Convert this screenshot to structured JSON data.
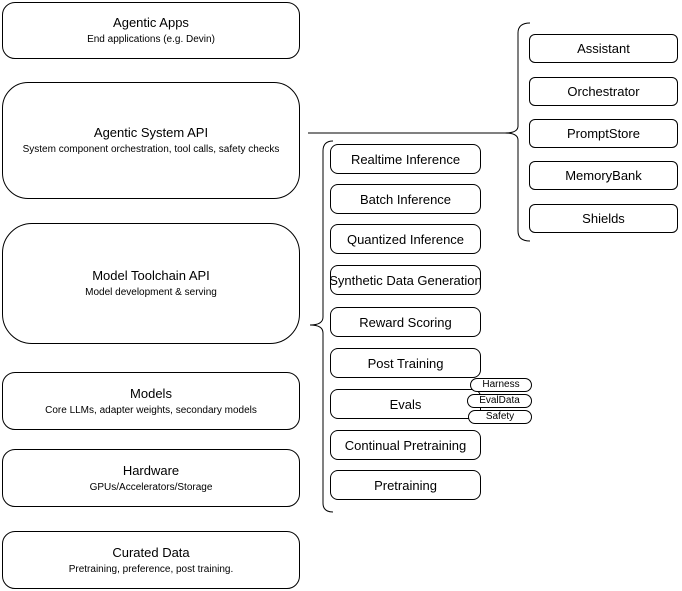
{
  "stack": {
    "layers": [
      {
        "title": "Agentic Apps",
        "subtitle": "End applications (e.g. Devin)"
      },
      {
        "title": "Agentic System API",
        "subtitle": "System component orchestration, tool calls, safety checks"
      },
      {
        "title": "Model Toolchain API",
        "subtitle": "Model development & serving"
      },
      {
        "title": "Models",
        "subtitle": "Core LLMs, adapter weights, secondary models"
      },
      {
        "title": "Hardware",
        "subtitle": "GPUs/Accelerators/Storage"
      },
      {
        "title": "Curated Data",
        "subtitle": "Pretraining, preference, post training."
      }
    ]
  },
  "toolchain": {
    "components": [
      "Realtime Inference",
      "Batch Inference",
      "Quantized Inference",
      "Synthetic Data Generation",
      "Reward Scoring",
      "Post Training",
      "Evals",
      "Continual Pretraining",
      "Pretraining"
    ],
    "evals_tags": [
      "Harness",
      "EvalData",
      "Safety"
    ]
  },
  "system": {
    "components": [
      "Assistant",
      "Orchestrator",
      "PromptStore",
      "MemoryBank",
      "Shields"
    ]
  },
  "colors": {
    "stroke": "#000000",
    "background": "#ffffff",
    "text": "#000000"
  }
}
